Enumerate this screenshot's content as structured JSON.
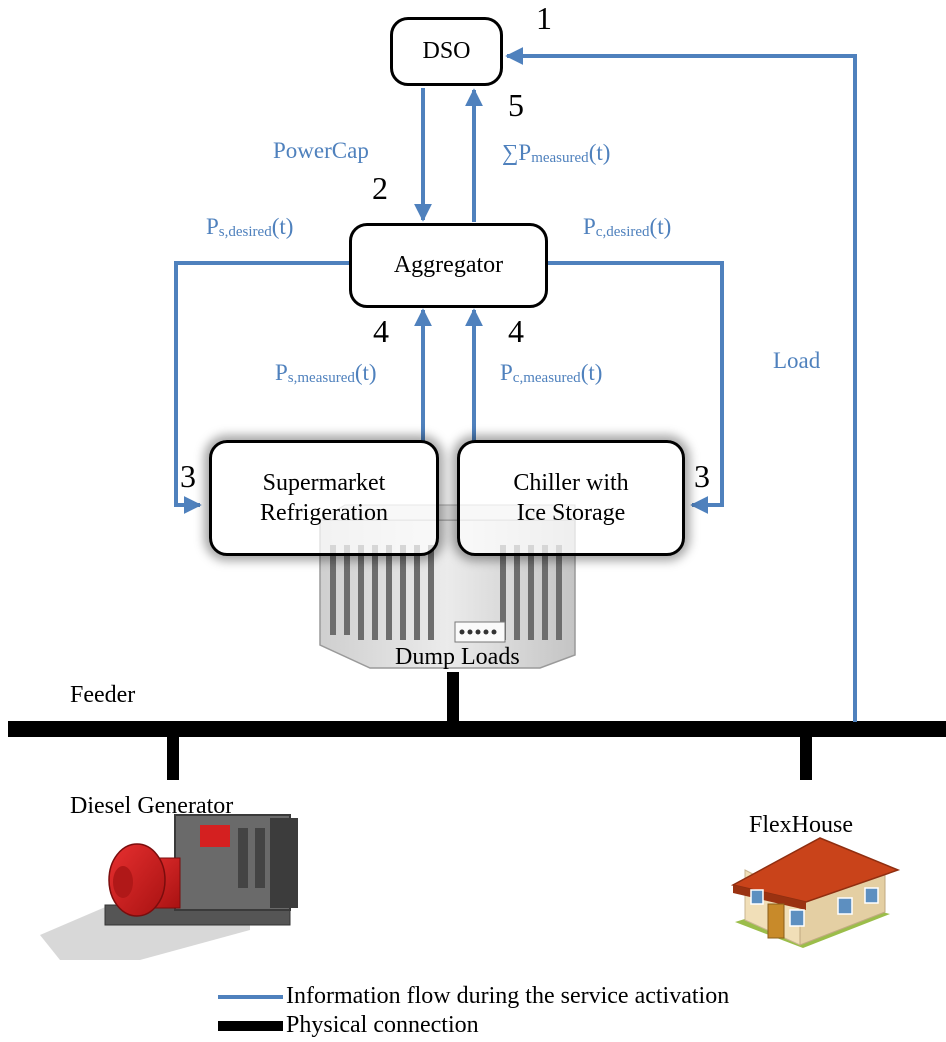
{
  "nodes": {
    "dso": "DSO",
    "aggregator": "Aggregator",
    "supermarket": [
      "Supermarket",
      "Refrigeration"
    ],
    "chiller": [
      "Chiller with",
      "Ice Storage"
    ],
    "dump_loads": "Dump Loads",
    "feeder": "Feeder",
    "diesel_generator": "Diesel Generator",
    "flexhouse": "FlexHouse"
  },
  "flows": {
    "powercap": "PowerCap",
    "sum_measured": {
      "sym": "∑P",
      "sub": "measured",
      "tail": "(t)"
    },
    "s_desired": {
      "sym": "P",
      "sub": "s,desired",
      "tail": "(t)"
    },
    "c_desired": {
      "sym": "P",
      "sub": "c,desired",
      "tail": "(t)"
    },
    "s_measured": {
      "sym": "P",
      "sub": "s,measured",
      "tail": "(t)"
    },
    "c_measured": {
      "sym": "P",
      "sub": "c,measured",
      "tail": "(t)"
    },
    "load": "Load"
  },
  "steps": {
    "dso": "1",
    "powercap": "2",
    "to_supermarket": "3",
    "to_chiller": "3",
    "from_supermarket": "4",
    "from_chiller": "4",
    "sum": "5"
  },
  "legend": {
    "info": "Information flow during the service activation",
    "physical": "Physical connection"
  },
  "colors": {
    "information_flow": "#4f81bd",
    "physical": "#000000",
    "roof": "#c9431a",
    "generator": "#d42020"
  },
  "icons": [
    "dump-load-cabinet-icon",
    "diesel-generator-icon",
    "house-icon"
  ]
}
